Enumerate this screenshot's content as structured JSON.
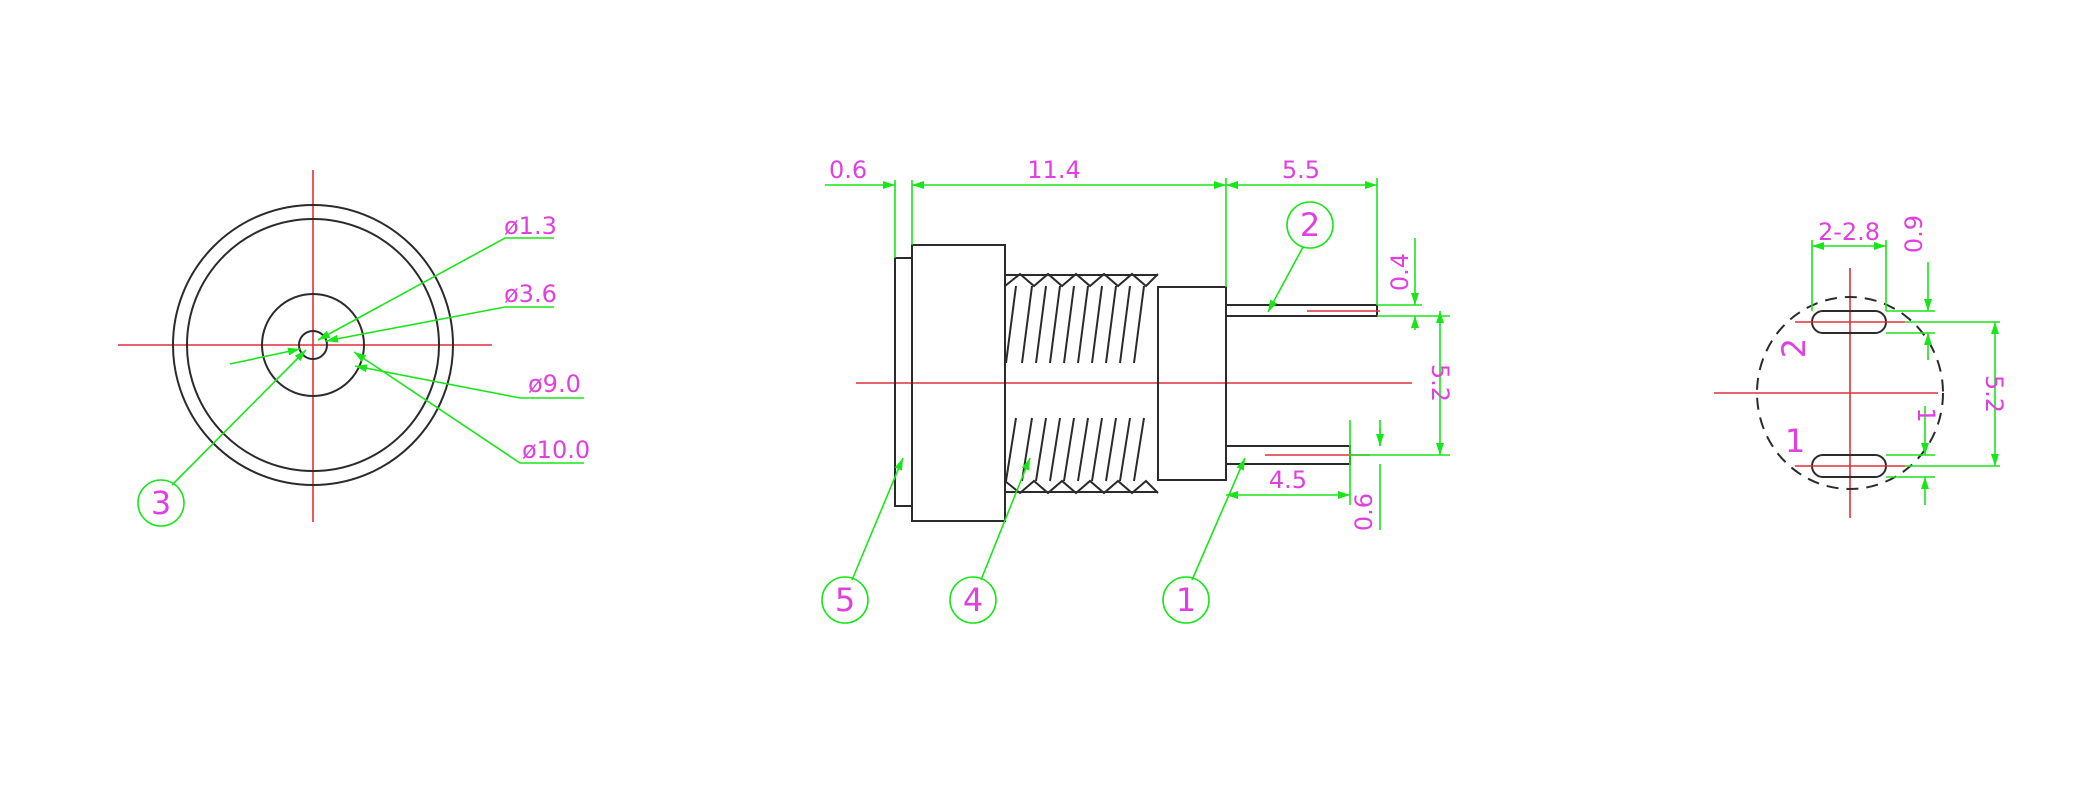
{
  "front_view": {
    "dims": {
      "d1": "ø1.3",
      "d2": "ø3.6",
      "d3": "ø9.0",
      "d4": "ø10.0"
    },
    "balloon": "3"
  },
  "side_view": {
    "dims": {
      "flange": "0.6",
      "body": "11.4",
      "pin_len": "5.5",
      "pin_thk": "0.4",
      "pin_gap": "5.2",
      "pin_short": "4.5",
      "pin_thk2": "0.6"
    },
    "balloons": {
      "b2": "2",
      "b5": "5",
      "b4": "4",
      "b1": "1"
    }
  },
  "pcb_view": {
    "dims": {
      "slot": "2-2.8",
      "slot_w": "0.9",
      "span": "5.2",
      "w": "1"
    },
    "pins": {
      "p2": "2",
      "p1": "1"
    }
  },
  "colors": {
    "outline": "#2b2b2b",
    "center": "#e0303a",
    "dimension": "#19e619",
    "text": "#e040e0"
  }
}
